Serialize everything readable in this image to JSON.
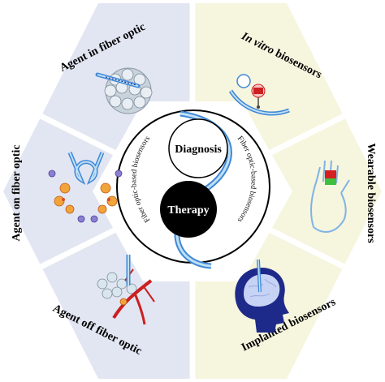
{
  "colors": {
    "left_panel": "#e2e6f2",
    "right_panel": "#f6f5de",
    "spoke": "#ffffff",
    "fiber_blue": "#3f88d6",
    "fiber_light": "#bfe0f4",
    "yin_black": "#000000"
  },
  "segments": {
    "top_left": "Agent in fiber optic",
    "left": "Agent on fiber optic",
    "bottom_left": "Agent off fiber optic",
    "top_right_italic": "In vitro",
    "top_right_rest": " biosensors",
    "right": "Wearable biosensors",
    "bottom_right": "Implanted biosensors"
  },
  "center": {
    "diagnosis": "Diagnosis",
    "therapy": "Therapy",
    "arc_left": "Fiber optic-based biosensors",
    "arc_right": "Fiber optic-based biosensors"
  },
  "icons": {
    "top_left": "cell-cluster-fiber-icon",
    "left": "fiber-tip-cells-icon",
    "bottom_left": "cells-blood-vessel-icon",
    "top_right": "cuvette-fiber-icon",
    "right": "hand-sensor-icon",
    "bottom_right": "brain-implant-icon"
  }
}
